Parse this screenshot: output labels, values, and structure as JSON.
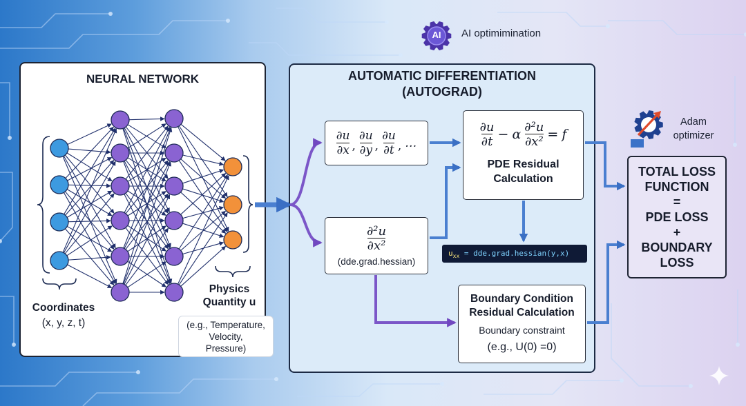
{
  "colors": {
    "accent_blue": "#4a7fd0",
    "accent_purple": "#7b56c8",
    "input_node": "#3d9ae0",
    "hidden_node": "#8a63d2",
    "output_node": "#f2913a",
    "network_edge": "#1f2f6b",
    "code_background": "#0f1a36"
  },
  "ai_badge": {
    "icon": "ai-gear-icon",
    "icon_text": "AI",
    "label": "AI optimimination"
  },
  "adam": {
    "icon": "gear-arrow-icon",
    "lines": [
      "Adam",
      "optimizer"
    ]
  },
  "neural_network": {
    "title": "NEURAL NETWORK",
    "input_label": {
      "title": "Coordinates",
      "detail": "(x, y, z, t)"
    },
    "output_label": {
      "title_lines": [
        "Physics",
        "Quantity u"
      ],
      "examples": [
        "(e.g., Temperature,",
        "Velocity,",
        "Pressure)"
      ]
    }
  },
  "autograd": {
    "title_lines": [
      "AUTOMATIC DIFFERENTIATION",
      "(AUTOGRAD)"
    ],
    "first_derivatives": {
      "terms": [
        {
          "num": "∂u",
          "den": "∂x"
        },
        {
          "num": "∂u",
          "den": "∂y"
        },
        {
          "num": "∂u",
          "den": "∂t"
        }
      ],
      "separator": ",",
      "ellipsis": "…"
    },
    "second_derivative": {
      "num": "∂²u",
      "den": "∂x²",
      "caption": "(dde.grad.hessian)"
    },
    "pde": {
      "equation": {
        "lhs": {
          "num": "∂u",
          "den": "∂t"
        },
        "minus": "−",
        "coef": "α",
        "rhs": {
          "num": "∂²u",
          "den": "∂x²"
        },
        "equals": "=",
        "source": "f"
      },
      "label_lines": [
        "PDE Residual",
        "Calculation"
      ]
    },
    "code": {
      "var": "u",
      "sub": "xx",
      "rest": " = dde.grad.hessian(y,x)"
    },
    "boundary": {
      "title_lines": [
        "Boundary Condition",
        "Residual Calculation"
      ],
      "constraint": "Boundary constraint",
      "example": "(e.g., U(0) =0)"
    }
  },
  "total_loss": {
    "lines": [
      "TOTAL LOSS",
      "FUNCTION",
      "=",
      "PDE LOSS",
      "+",
      "BOUNDARY",
      "LOSS"
    ]
  }
}
